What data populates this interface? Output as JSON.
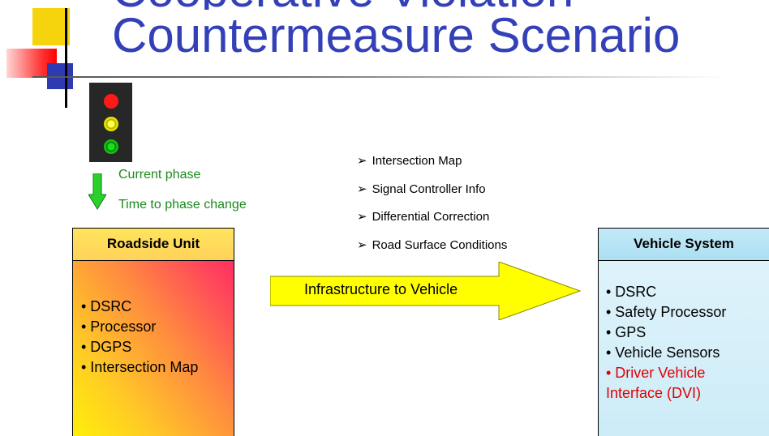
{
  "title": {
    "line1": "Cooperative Violation",
    "line2": "Countermeasure Scenario"
  },
  "traffic_light": {
    "icon": "traffic-light-icon",
    "colors": {
      "red": "#ff1a1a",
      "yellow": "#e6e200",
      "green": "#12c112"
    }
  },
  "signal_info": {
    "current_phase": "Current phase",
    "time_to_change": "Time to phase change"
  },
  "messages": [
    "Intersection Map",
    "Signal Controller Info",
    "Differential Correction",
    "Road Surface Conditions"
  ],
  "roadside_unit": {
    "title": "Roadside Unit",
    "items": [
      "• DSRC",
      "• Processor",
      "• DGPS",
      "• Intersection Map"
    ]
  },
  "link": {
    "label": "Infrastructure to Vehicle"
  },
  "vehicle_system": {
    "title": "Vehicle System",
    "items": [
      "• DSRC",
      "• Safety Processor",
      "• GPS",
      "• Vehicle Sensors"
    ],
    "highlight_line1": "• Driver Vehicle",
    "highlight_line2": "Interface (DVI)",
    "highlight_color": "#e00000"
  }
}
